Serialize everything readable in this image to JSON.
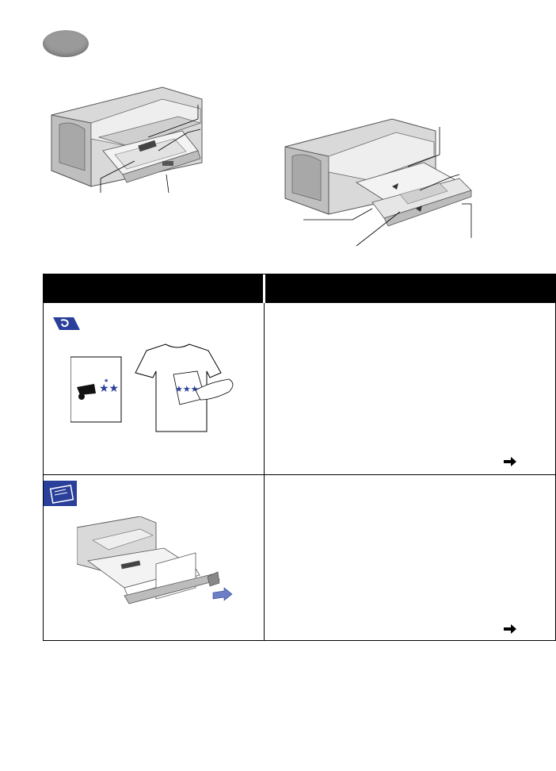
{
  "page": {
    "chapter_marker": "chapter-tab-oval"
  },
  "figures": {
    "printer_left": {
      "name": "printer-closed-trays",
      "icon": "printer-illustration"
    },
    "printer_right": {
      "name": "printer-extended-trays",
      "icon": "printer-illustration"
    }
  },
  "table": {
    "header": {
      "left": "",
      "right": ""
    },
    "rows": [
      {
        "icon": "iron-on-transfer-icon",
        "illustration": "tshirt-transfer-illustration",
        "description": "",
        "more_arrow": "arrow-right-icon"
      },
      {
        "icon": "envelope-icon",
        "illustration": "printer-paper-loading-illustration",
        "description": "",
        "more_arrow": "arrow-right-icon"
      }
    ]
  },
  "colors": {
    "header_bg": "#000000",
    "icon_blue": "#2a3f9a",
    "oval_gray": "#9a9a9a",
    "printer_gray": "#d4d4d4"
  }
}
